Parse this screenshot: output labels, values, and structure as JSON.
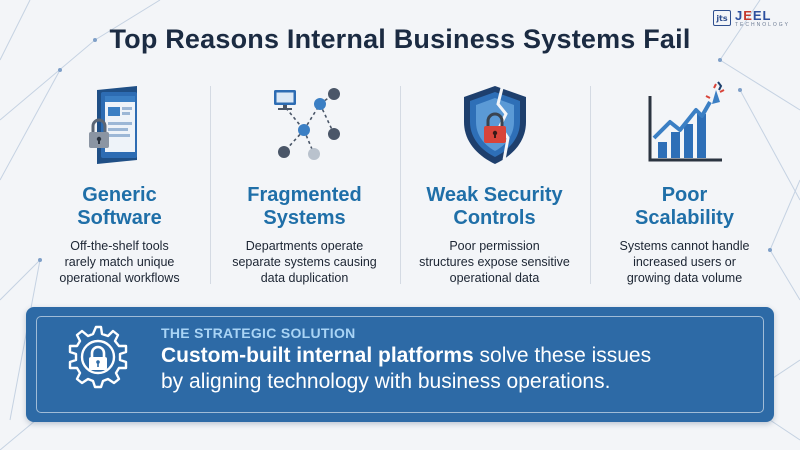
{
  "title": "Top Reasons Internal Business Systems Fail",
  "logo": {
    "mark": "jts",
    "word_start": "J",
    "word_accent": "E",
    "word_end": "EL",
    "tagline": "TECHNOLOGY"
  },
  "reasons": [
    {
      "icon": "locked-software-window-icon",
      "title": "Generic\nSoftware",
      "description": "Off-the-shelf tools\nrarely match unique\noperational workflows"
    },
    {
      "icon": "disconnected-network-icon",
      "title": "Fragmented\nSystems",
      "description": "Departments operate\nseparate systems causing\ndata duplication"
    },
    {
      "icon": "broken-security-shield-icon",
      "title": "Weak Security\nControls",
      "description": "Poor permission\nstructures expose sensitive\noperational data"
    },
    {
      "icon": "broken-growth-chart-icon",
      "title": "Poor\nScalability",
      "description": "Systems cannot handle\nincreased users or\ngrowing data volume"
    }
  ],
  "solution": {
    "icon": "gear-lock-icon",
    "kicker": "THE STRATEGIC SOLUTION",
    "line1_bold": "Custom-built internal platforms",
    "line1_rest": " solve these issues",
    "line2": "by aligning technology with business operations."
  },
  "colors": {
    "title": "#1b2b42",
    "accent_blue": "#1f6fa8",
    "banner": "#2d6aa6",
    "banner_kicker": "#a9d4f5",
    "alert_red": "#d8443a"
  }
}
